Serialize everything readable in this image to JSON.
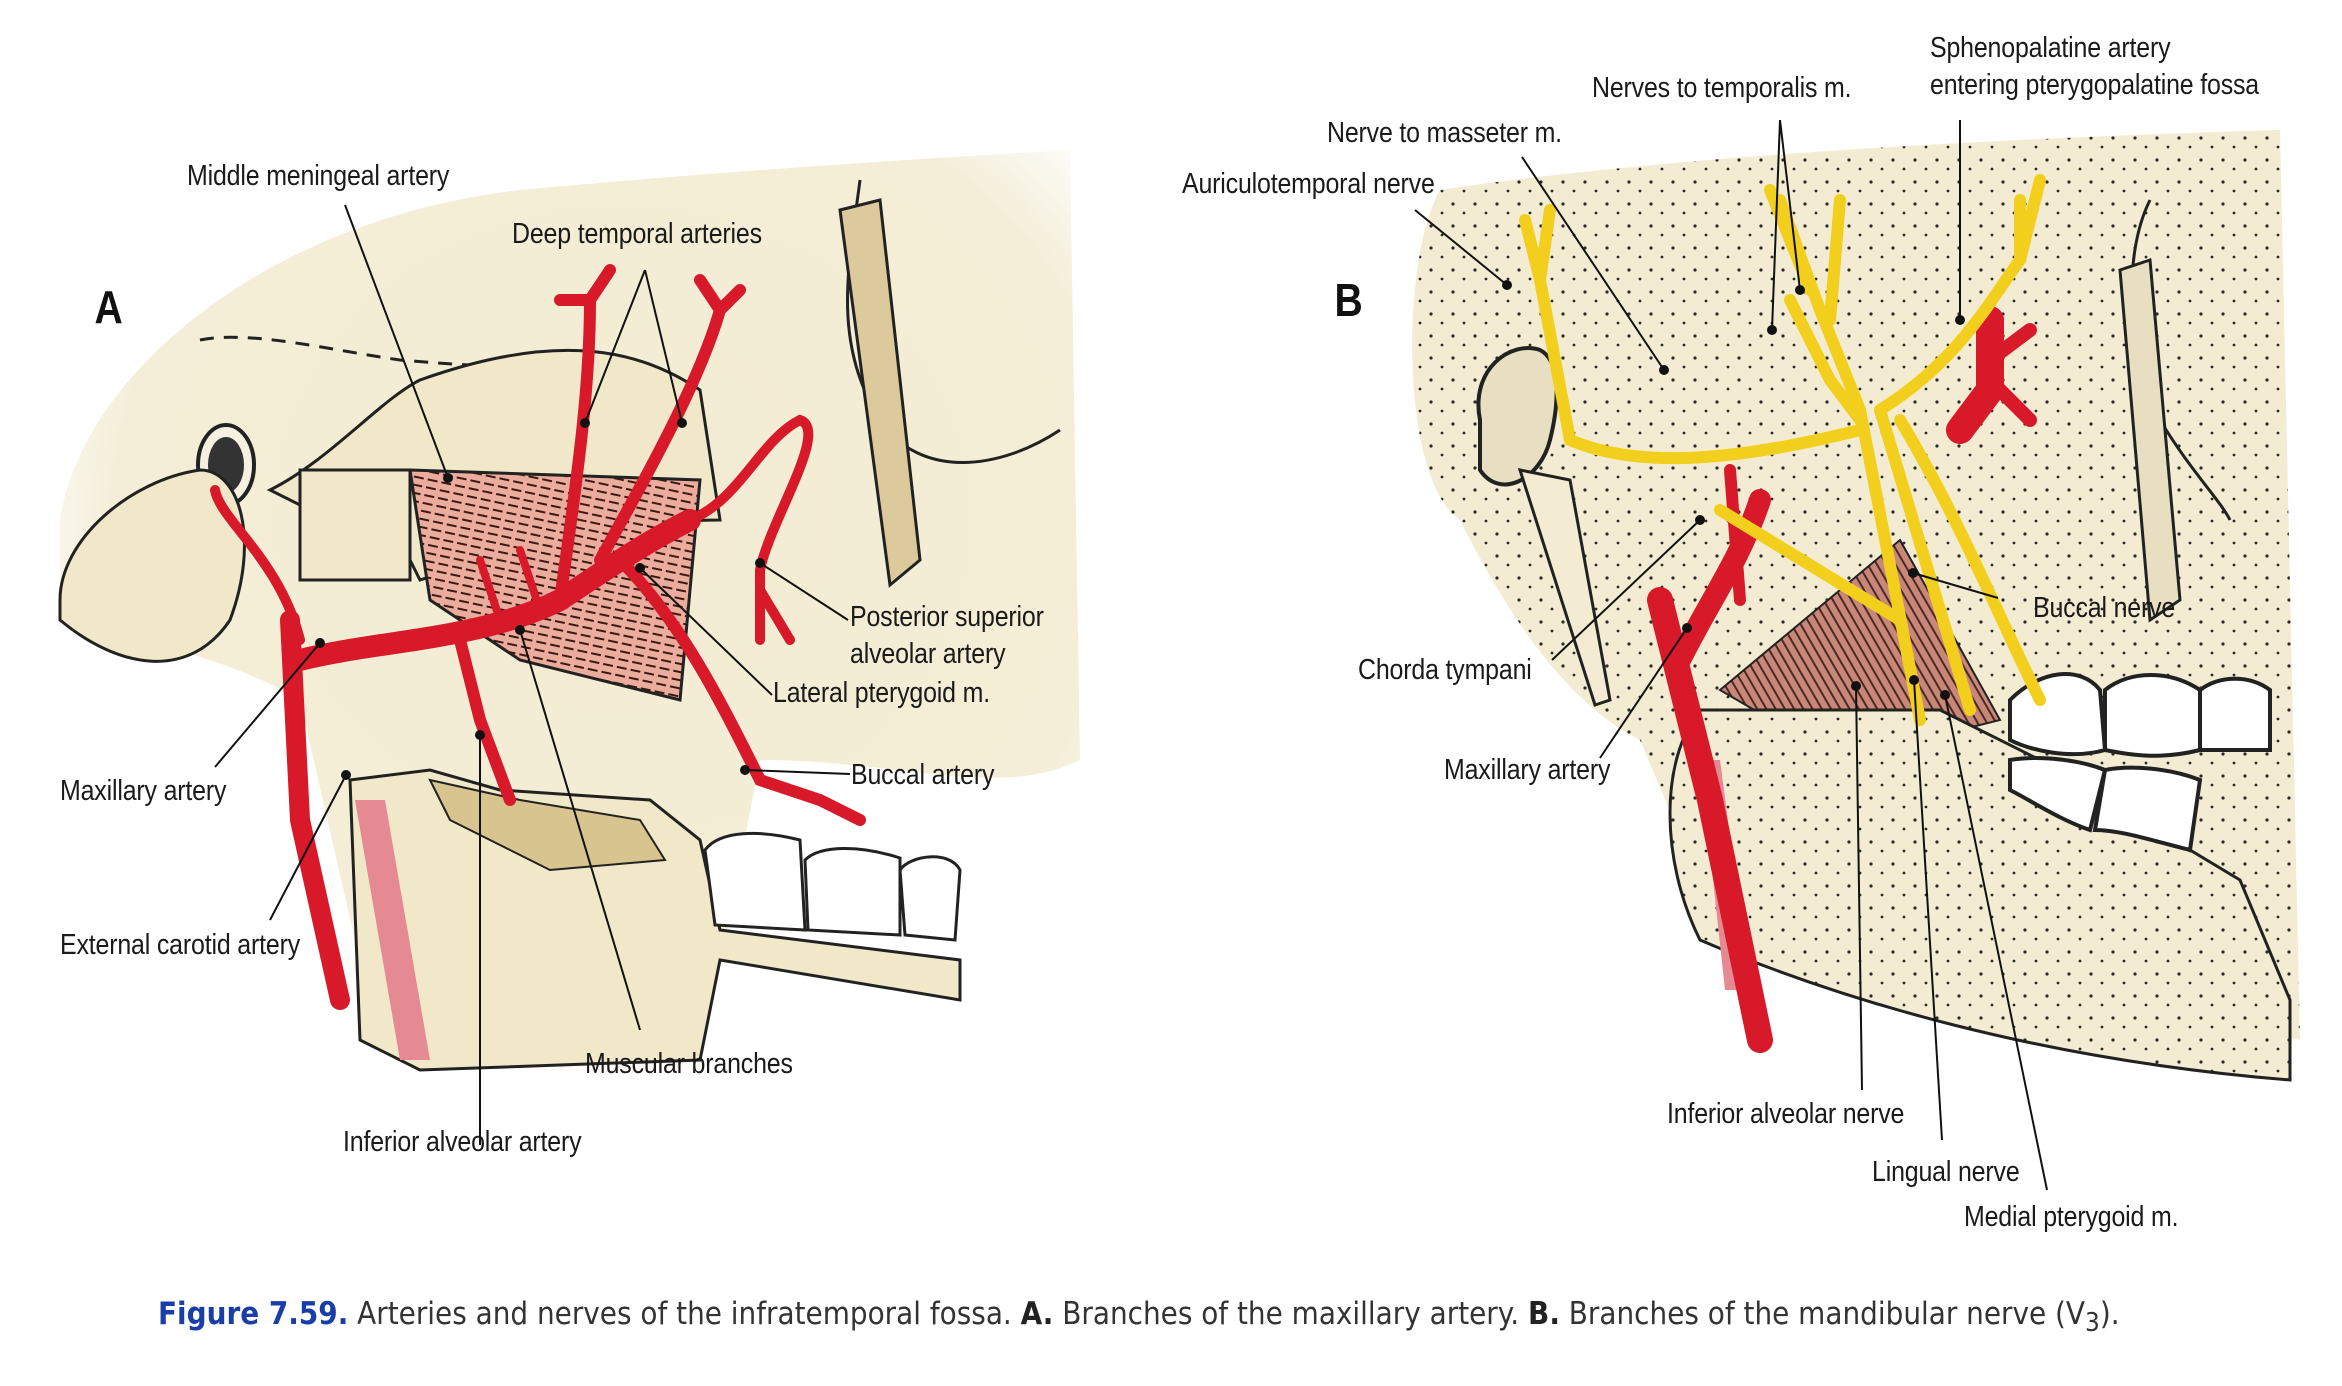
{
  "figure": {
    "number": "Figure 7.59.",
    "caption_text": " Arteries and nerves of the infratemporal fossa. ",
    "part_a_marker": "A.",
    "part_a_text": " Branches of the maxillary artery. ",
    "part_b_marker": "B.",
    "part_b_text": " Branches of the mandibular nerve (V",
    "part_b_subscript": "3",
    "part_b_end": ").",
    "colors": {
      "figure_number": "#1a3ea8",
      "artery": "#d7192a",
      "nerve": "#f2cf1d",
      "bone": "#f3ecd2",
      "muscle": "#e9a596"
    }
  },
  "panel_a": {
    "letter": "A",
    "labels": {
      "middle_meningeal_artery": "Middle meningeal artery",
      "deep_temporal_arteries": "Deep temporal arteries",
      "posterior_superior_alveolar_artery_line1": "Posterior superior",
      "posterior_superior_alveolar_artery_line2": "alveolar artery",
      "lateral_pterygoid": "Lateral pterygoid m.",
      "buccal_artery": "Buccal artery",
      "maxillary_artery": "Maxillary artery",
      "external_carotid_artery": "External carotid artery",
      "muscular_branches": "Muscular branches",
      "inferior_alveolar_artery": "Inferior alveolar artery"
    }
  },
  "panel_b": {
    "letter": "B",
    "labels": {
      "sphenopalatine_line1": "Sphenopalatine artery",
      "sphenopalatine_line2": "entering pterygopalatine fossa",
      "nerves_to_temporalis": "Nerves to temporalis m.",
      "nerve_to_masseter": "Nerve to masseter m.",
      "auriculotemporal_nerve": "Auriculotemporal nerve",
      "buccal_nerve": "Buccal nerve",
      "chorda_tympani": "Chorda tympani",
      "maxillary_artery": "Maxillary artery",
      "inferior_alveolar_nerve": "Inferior alveolar nerve",
      "lingual_nerve": "Lingual nerve",
      "medial_pterygoid": "Medial pterygoid m."
    }
  }
}
